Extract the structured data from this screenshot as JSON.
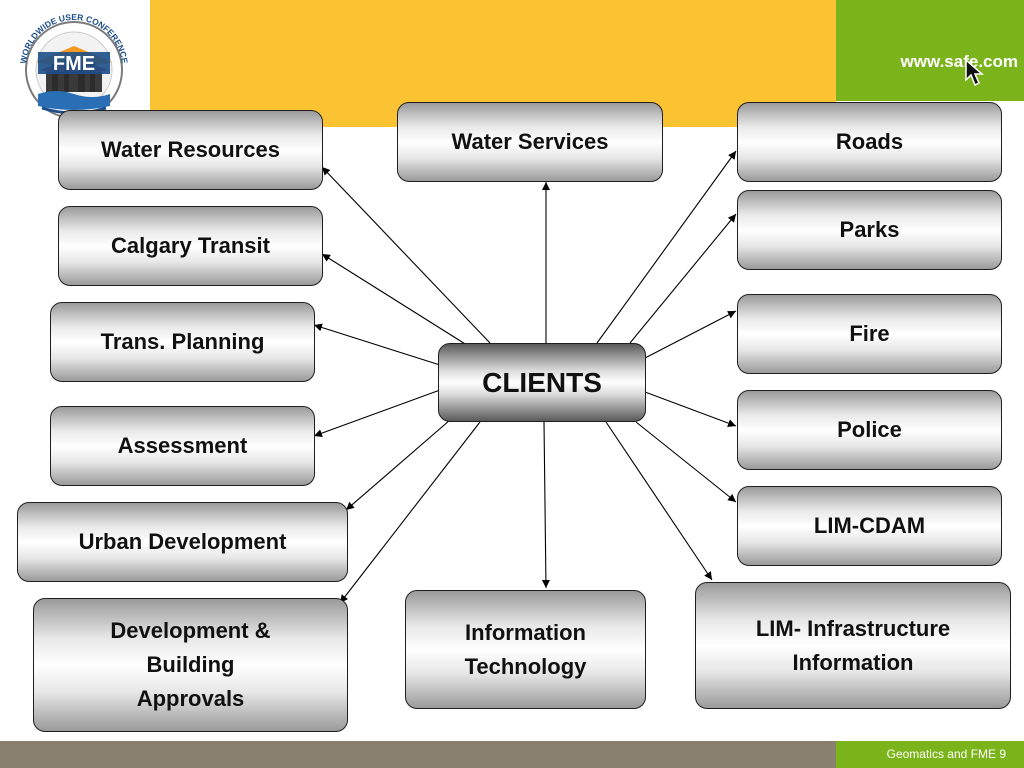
{
  "header": {
    "url": "www.safe.com"
  },
  "logo": {
    "label": "FME",
    "text": "WORLDWIDE USER CONFERENCE"
  },
  "footer": {
    "text": "Geomatics and FME 9"
  },
  "diagram": {
    "center": "CLIENTS",
    "clients": [
      "Water Resources",
      "Calgary Transit",
      "Trans. Planning",
      "Assessment",
      "Urban Development",
      "Development &\nBuilding\nApprovals",
      "Water Services",
      "Information\nTechnology",
      "Roads",
      "Parks",
      "Fire",
      "Police",
      "LIM-CDAM",
      "LIM- Infrastructure\nInformation"
    ]
  }
}
